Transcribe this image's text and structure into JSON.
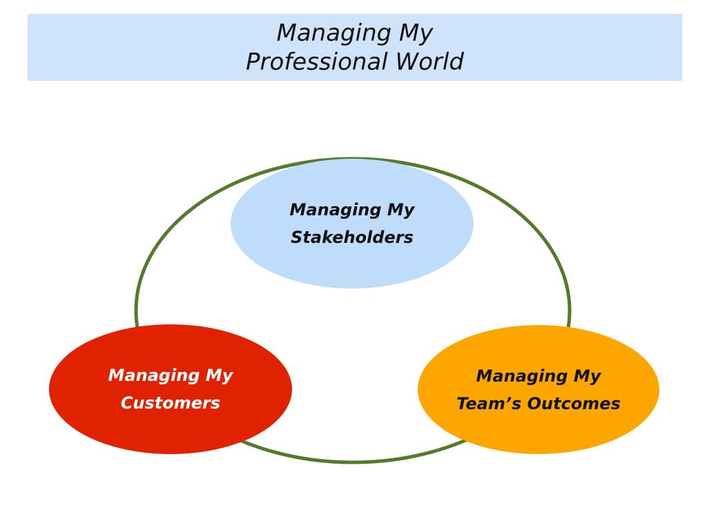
{
  "title": {
    "line1": "Managing My",
    "line2": "Professional World"
  },
  "colors": {
    "title_band": "#cfe3fb",
    "ring": "#557a2c",
    "stakeholders_fill": "#bfdcfb",
    "customers_fill": "#e02200",
    "team_fill": "#fda600",
    "dark_text": "#111111",
    "light_text": "#ffffff"
  },
  "nodes": {
    "stakeholders": {
      "line1": "Managing My",
      "line2": "Stakeholders"
    },
    "customers": {
      "line1": "Managing My",
      "line2": "Customers"
    },
    "team": {
      "line1": "Managing My",
      "line2": "Team’s Outcomes"
    }
  }
}
